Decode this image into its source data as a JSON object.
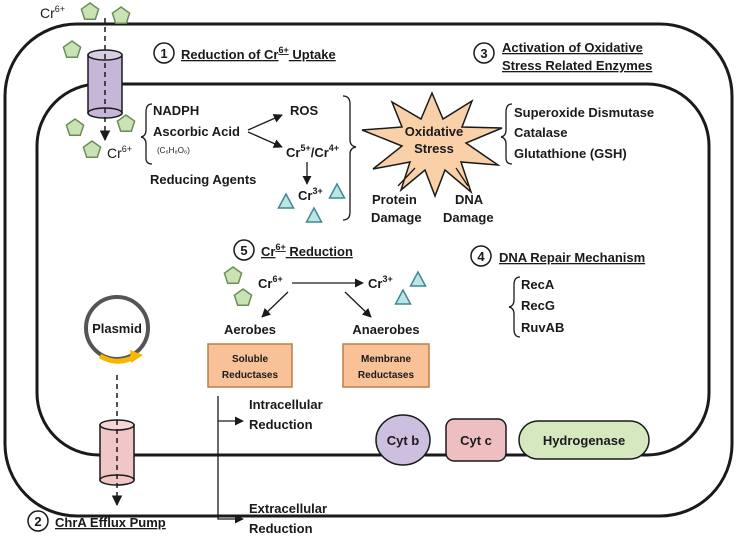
{
  "colors": {
    "pentagon_fill": "#c9e3b4",
    "pentagon_stroke": "#6a8c58",
    "triangle_fill": "#bfe4e6",
    "triangle_stroke": "#3e8a92",
    "reductase_fill": "#f8c197",
    "reductase_stroke": "#c07d45",
    "channel_purple": "#c6b6d8",
    "channel_pink": "#f0c6c6",
    "cyt_b_fill": "#cdbfe0",
    "cyt_c_fill": "#eebfc0",
    "hydrogenase_fill": "#d5e8c0",
    "starburst_fill": "#f9d0a8",
    "plasmid_arrow": "#f5b800"
  },
  "mechanisms": {
    "m1": {
      "num": "1",
      "title": "Reduction of Cr",
      "sup": "6+",
      "title_end": " Uptake"
    },
    "m2": {
      "num": "2",
      "title": "ChrA Efflux Pump"
    },
    "m3": {
      "num": "3",
      "line1": "Activation of Oxidative",
      "line2": "Stress Related Enzymes"
    },
    "m4": {
      "num": "4",
      "title": "DNA Repair Mechanism"
    },
    "m5": {
      "num": "5",
      "title": "Cr",
      "sup": "6+",
      "title_end": " Reduction"
    }
  },
  "ions": {
    "cr": "Cr",
    "sup6": "6+",
    "sup5": "5+",
    "sup4": "4+",
    "sup3": "3+",
    "slash": "/"
  },
  "reducing": {
    "nadph": "NADPH",
    "ascorbic": "Ascorbic Acid",
    "formula": "(C₆H₈O₆)",
    "label": "Reducing Agents",
    "ros": "ROS"
  },
  "oxidative": {
    "line1": "Oxidative",
    "line2": "Stress",
    "protein1": "Protein",
    "protein2": "Damage",
    "dna1": "DNA",
    "dna2": "Damage"
  },
  "enzymes": [
    "Superoxide Dismutase",
    "Catalase",
    "Glutathione (GSH)"
  ],
  "repair": [
    "RecA",
    "RecG",
    "RuvAB"
  ],
  "plasmid": "Plasmid",
  "aerobes": "Aerobes",
  "anaerobes": "Anaerobes",
  "soluble": [
    "Soluble",
    "Reductases"
  ],
  "membrane": [
    "Membrane",
    "Reductases"
  ],
  "intracellular": [
    "Intracellular",
    "Reduction"
  ],
  "extracellular": [
    "Extracellular",
    "Reduction"
  ],
  "cyt_b": "Cyt b",
  "cyt_c": "Cyt c",
  "hydrogenase": "Hydrogenase"
}
